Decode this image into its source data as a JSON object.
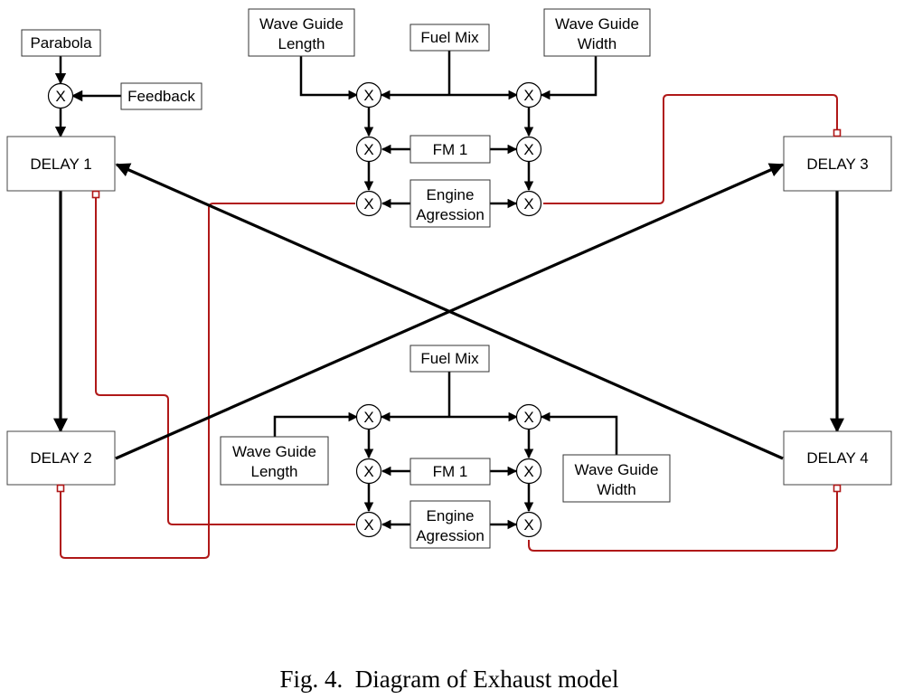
{
  "caption": "Fig. 4.  Diagram of Exhaust model",
  "multiplier_symbol": "X",
  "left_inputs": {
    "parabola": "Parabola",
    "feedback": "Feedback"
  },
  "delays": {
    "d1": "DELAY 1",
    "d2": "DELAY 2",
    "d3": "DELAY 3",
    "d4": "DELAY 4"
  },
  "top_module": {
    "wg_length": [
      "Wave Guide",
      "Length"
    ],
    "fuel_mix": "Fuel Mix",
    "wg_width": [
      "Wave Guide",
      "Width"
    ],
    "fm": "FM 1",
    "engine": [
      "Engine",
      "Agression"
    ]
  },
  "bottom_module": {
    "fuel_mix": "Fuel Mix",
    "wg_length": [
      "Wave Guide",
      "Length"
    ],
    "wg_width": [
      "Wave Guide",
      "Width"
    ],
    "fm": "FM 1",
    "engine": [
      "Engine",
      "Agression"
    ]
  }
}
